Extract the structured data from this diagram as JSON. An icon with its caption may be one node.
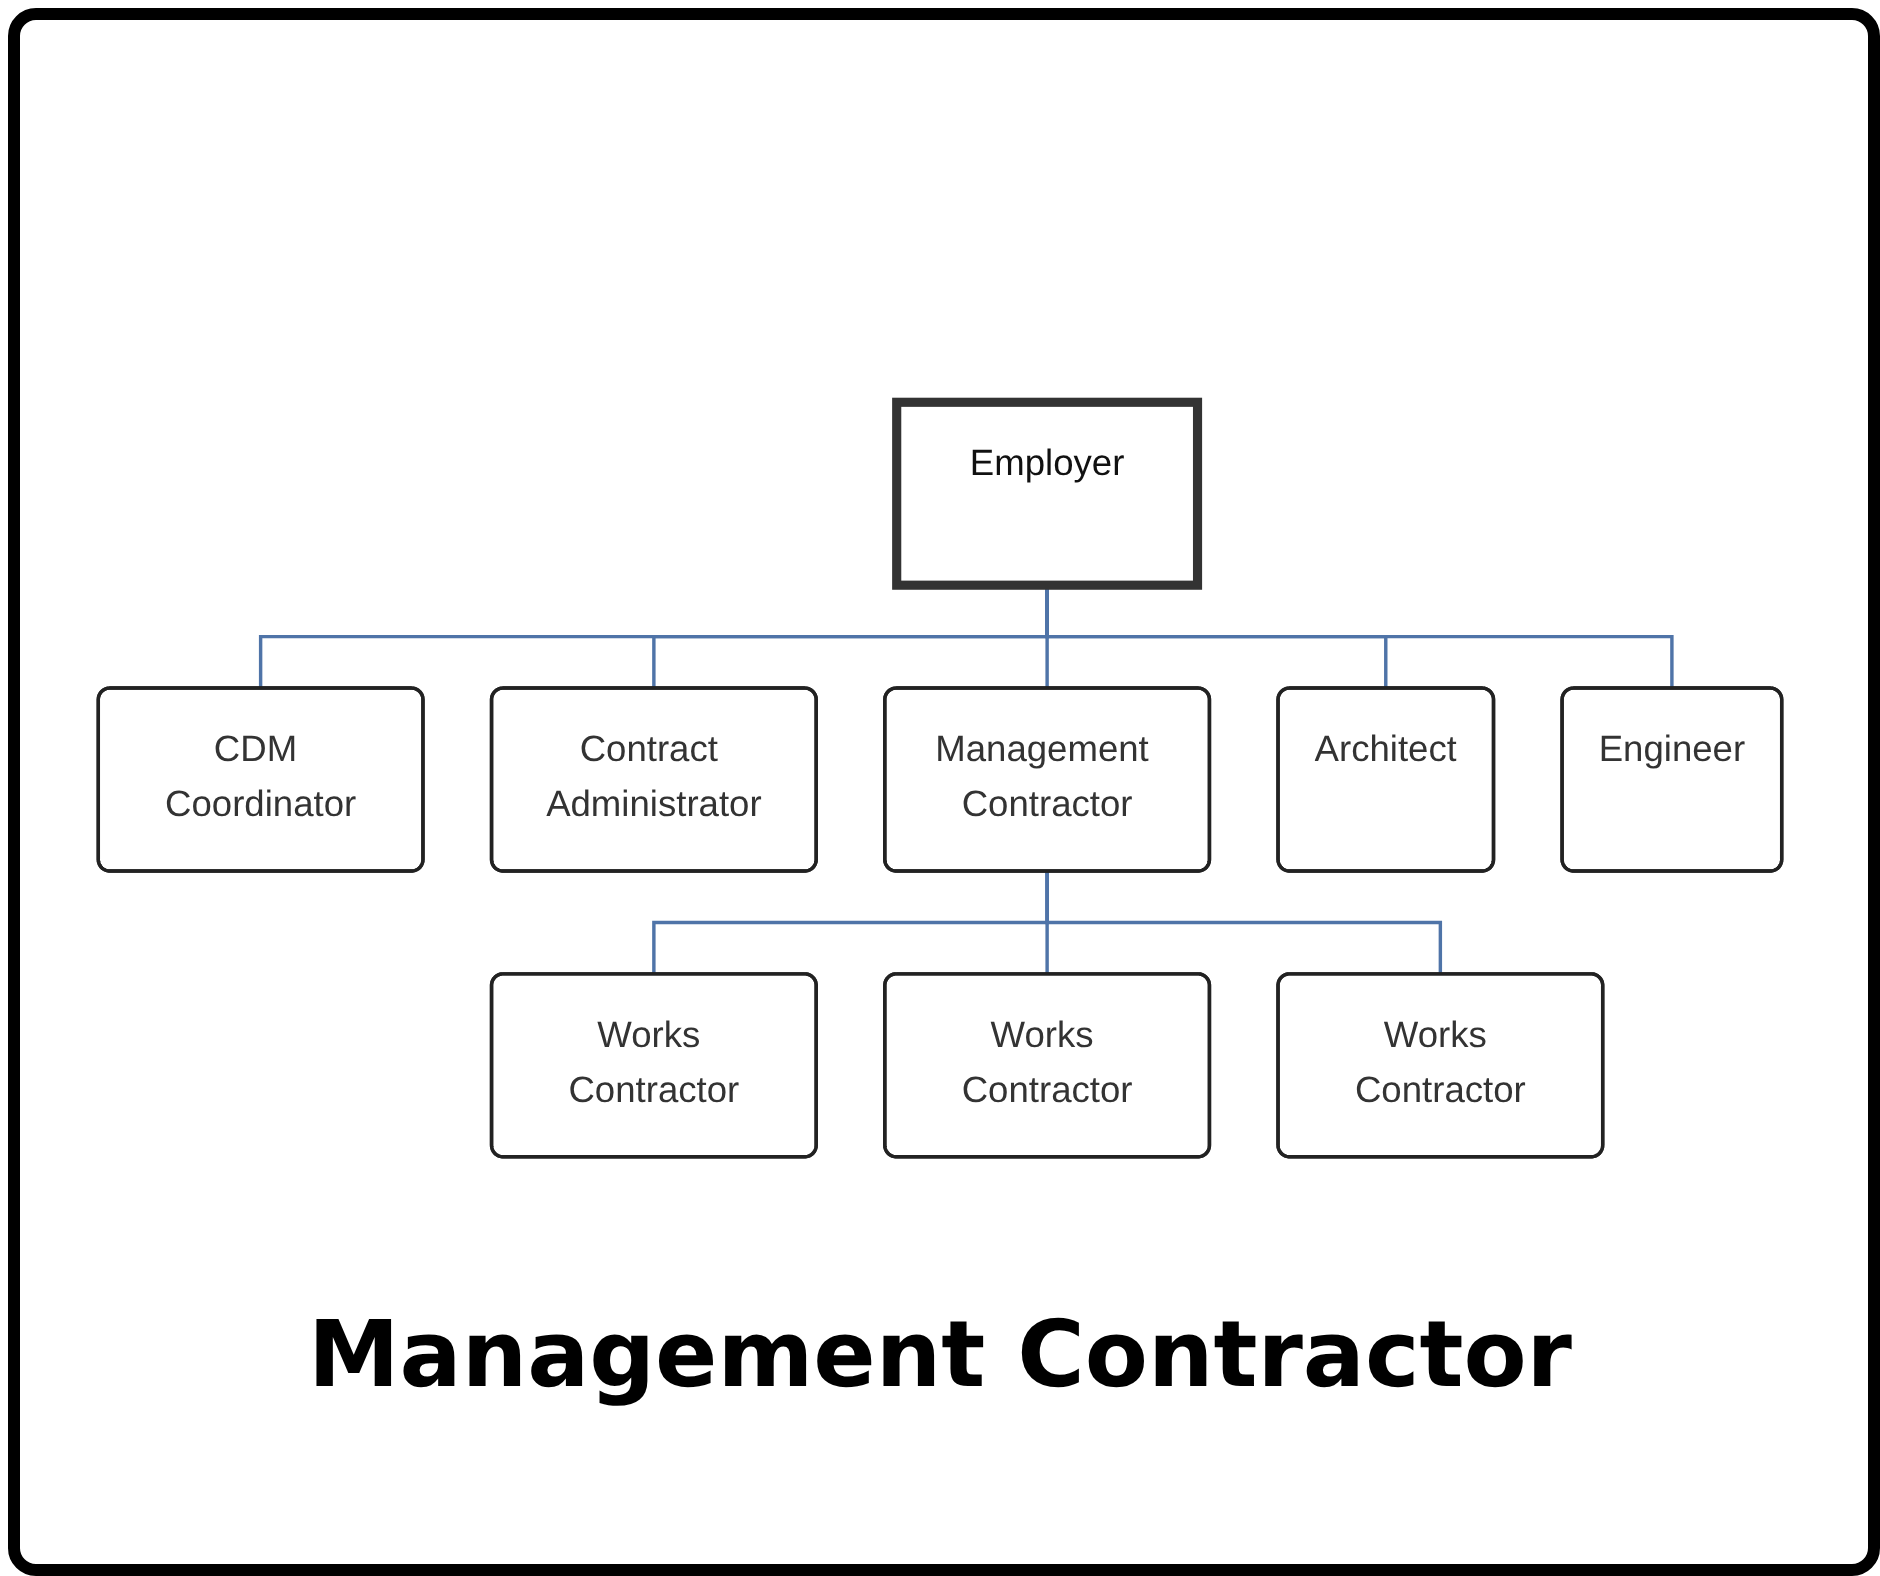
{
  "diagram": {
    "caption": "Management Contractor",
    "nodes": [
      {
        "text": [
          "Employer"
        ]
      },
      {
        "text": [
          "CDM Coordinator"
        ]
      },
      {
        "text": [
          "Contract Administrator"
        ]
      },
      {
        "text": [
          "Management Contractor"
        ]
      },
      {
        "text": [
          "Architect"
        ]
      },
      {
        "text": [
          "Engineer"
        ]
      },
      {
        "text": [
          "Works Contractor"
        ]
      },
      {
        "text": [
          "Works Contractor"
        ]
      },
      {
        "text": [
          "Works Contractor"
        ]
      }
    ],
    "edges": [
      {
        "from": 0,
        "to": 1,
        "arrow": "none"
      },
      {
        "from": 0,
        "to": 2,
        "arrow": "none"
      },
      {
        "from": 0,
        "to": 3,
        "arrow": "none"
      },
      {
        "from": 0,
        "to": 4,
        "arrow": "none"
      },
      {
        "from": 0,
        "to": 5,
        "arrow": "none"
      },
      {
        "from": 3,
        "to": 6,
        "arrow": "none"
      },
      {
        "from": 3,
        "to": 7,
        "arrow": "none"
      },
      {
        "from": 3,
        "to": 8,
        "arrow": "none"
      }
    ]
  }
}
